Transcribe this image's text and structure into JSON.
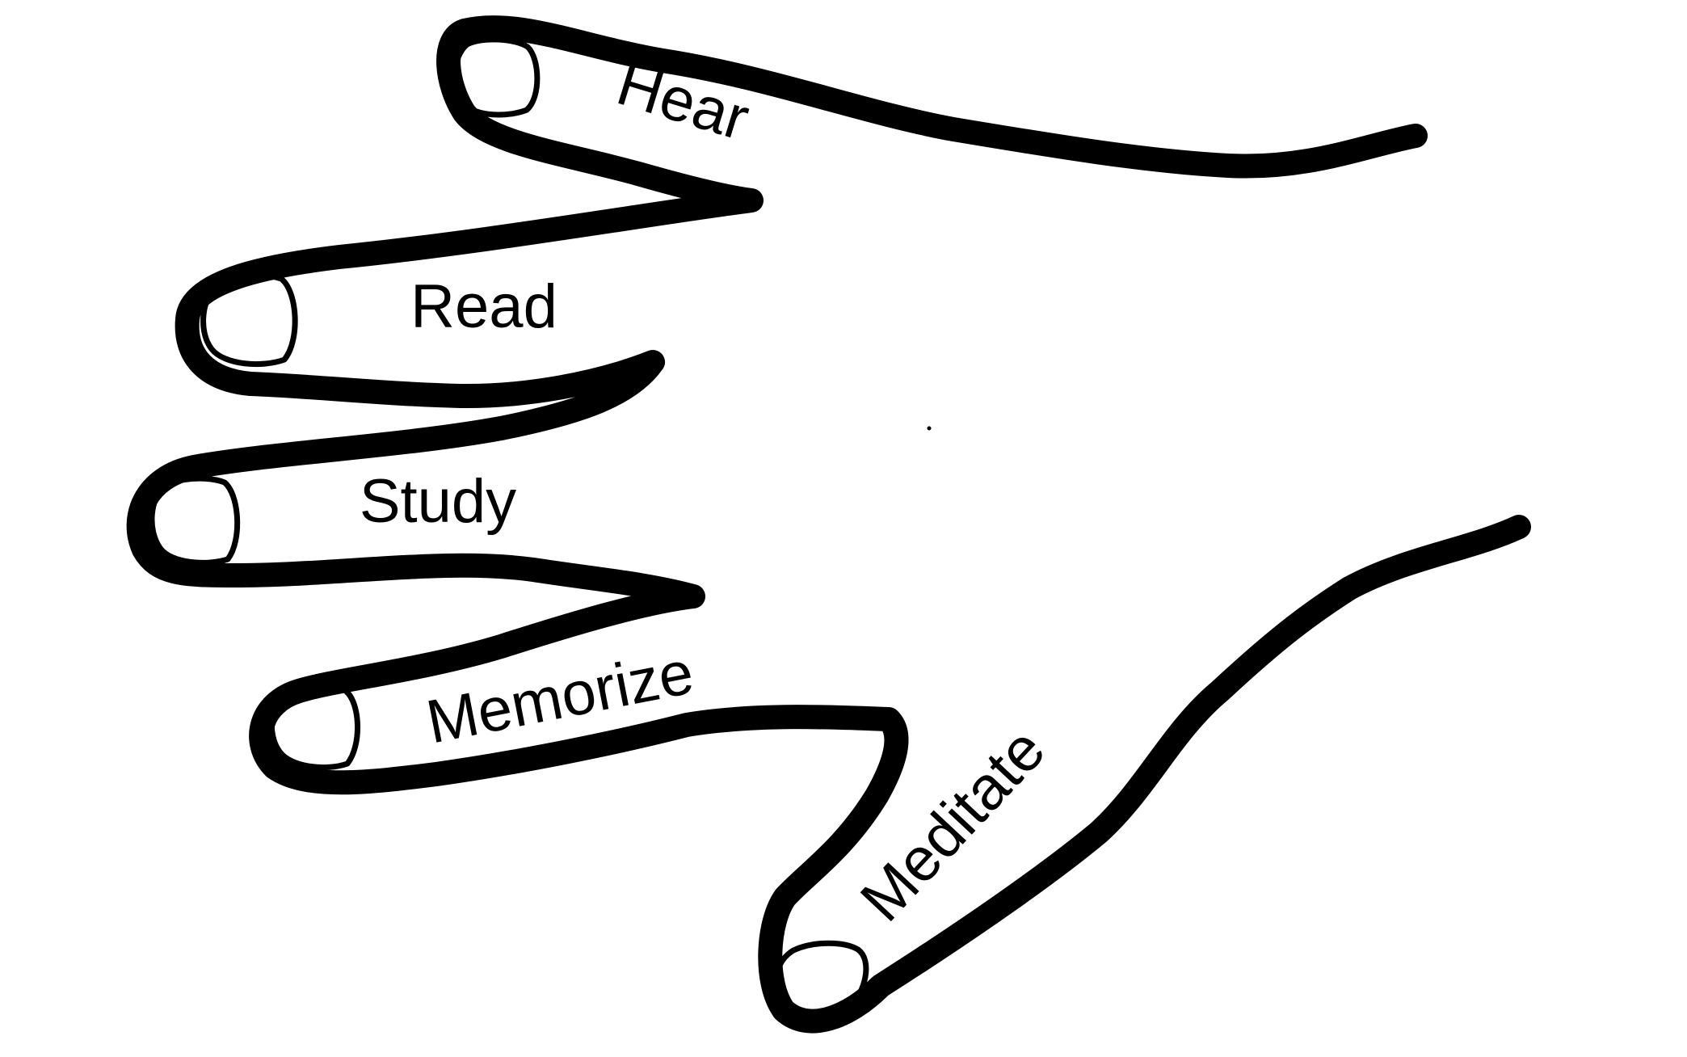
{
  "diagram": {
    "stroke_color": "#000000",
    "background_color": "#ffffff",
    "labels": {
      "hear": "Hear",
      "read": "Read",
      "study": "Study",
      "memorize": "Memorize",
      "meditate": "Meditate"
    }
  }
}
